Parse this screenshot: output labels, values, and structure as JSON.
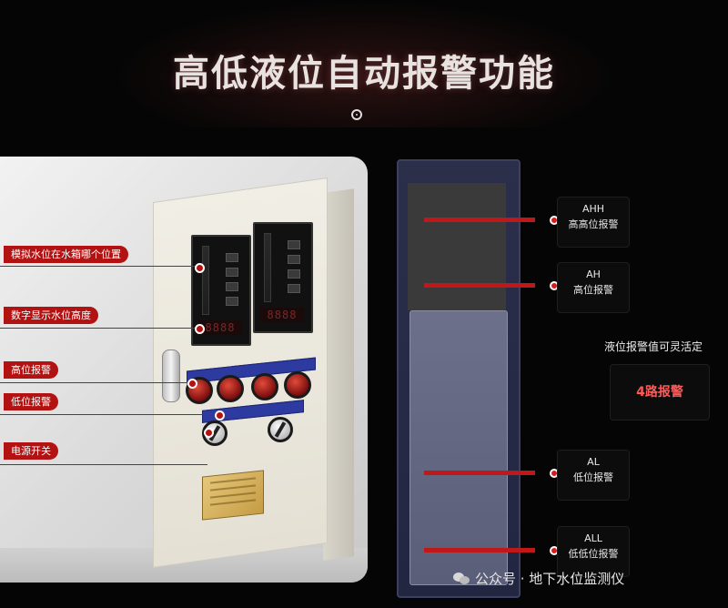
{
  "title": "高低液位自动报警功能",
  "callouts": [
    {
      "label": "模拟水位在水箱哪个位置"
    },
    {
      "label": "数字显示水位高度"
    },
    {
      "label": "高位报警"
    },
    {
      "label": "低位报警"
    },
    {
      "label": "电源开关"
    }
  ],
  "meters": [
    {
      "digits": "8888"
    },
    {
      "digits": "8888"
    }
  ],
  "levels": [
    {
      "code": "AHH",
      "name": "高高位报警"
    },
    {
      "code": "AH",
      "name": "高位报警"
    },
    {
      "code": "AL",
      "name": "低位报警"
    },
    {
      "code": "ALL",
      "name": "低低位报警"
    }
  ],
  "note": "液位报警值可灵活定",
  "channels": "4路报警",
  "watermark": "公众号 · 地下水位监测仪",
  "colors": {
    "accent_red": "#b31212",
    "tank_blue": "#2b2f4a",
    "background": "#050505"
  }
}
